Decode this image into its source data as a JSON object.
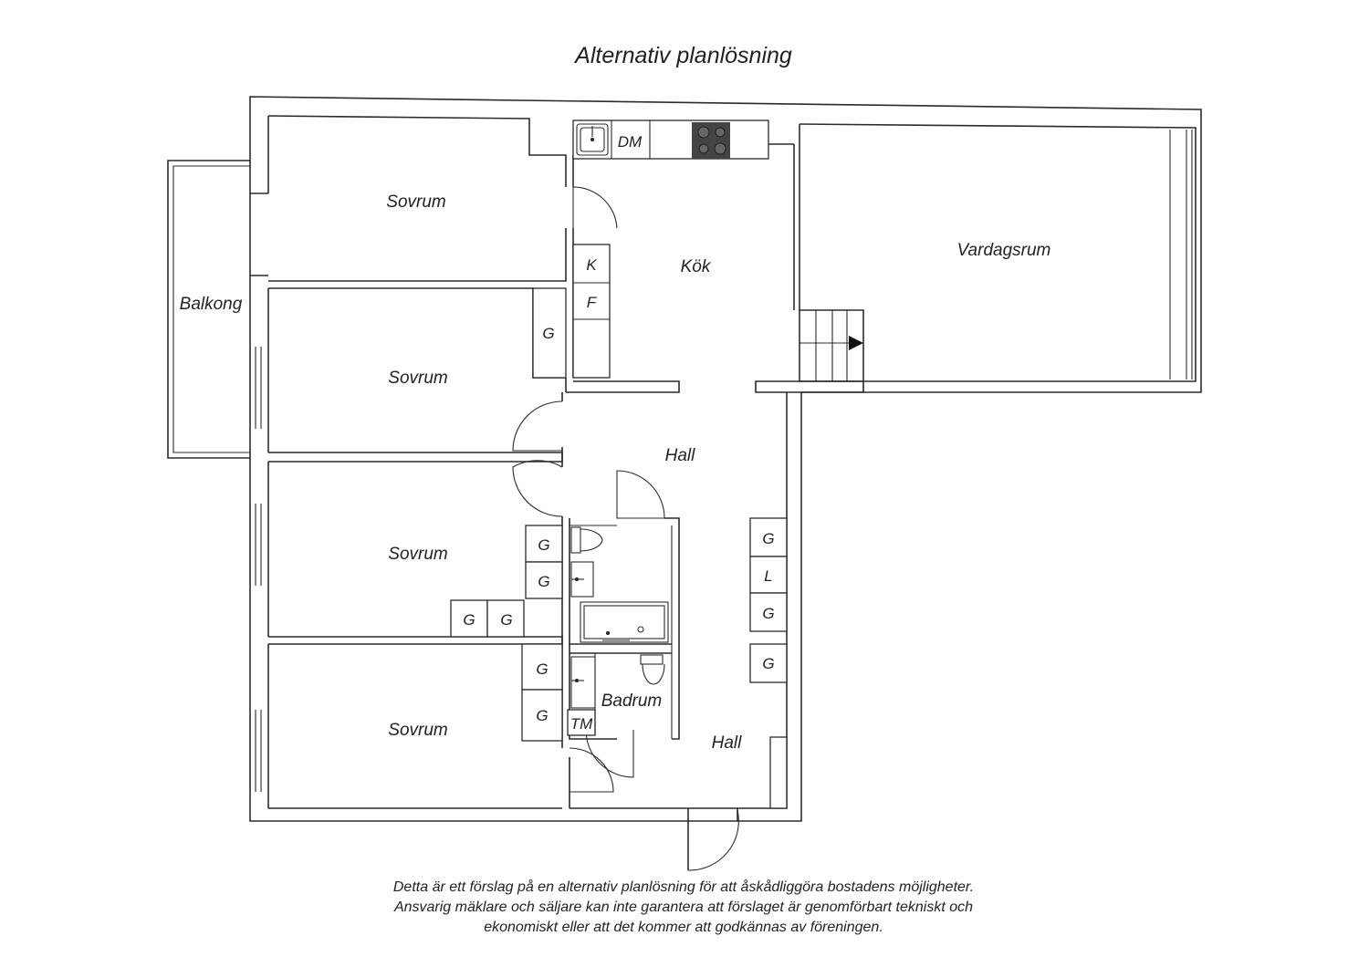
{
  "title": "Alternativ planlösning",
  "rooms": {
    "bedroom_1": "Sovrum",
    "bedroom_2": "Sovrum",
    "bedroom_3": "Sovrum",
    "bedroom_4": "Sovrum",
    "balcony": "Balkong",
    "kitchen": "Kök",
    "living_room": "Vardagsrum",
    "hall_1": "Hall",
    "hall_2": "Hall",
    "bathroom": "Badrum"
  },
  "fixtures": {
    "dishwasher": "DM",
    "fridge": "K",
    "freezer": "F",
    "wardrobe": "G",
    "linen_closet": "L",
    "washing_machine": "TM"
  },
  "note": {
    "line1": "Detta är ett förslag på en alternativ planlösning för att åskådliggöra bostadens möjligheter.",
    "line2": "Ansvarig mäklare och säljare kan inte garantera att förslaget är genomförbart tekniskt och",
    "line3": "ekonomiskt eller att det kommer att godkännas av föreningen."
  }
}
